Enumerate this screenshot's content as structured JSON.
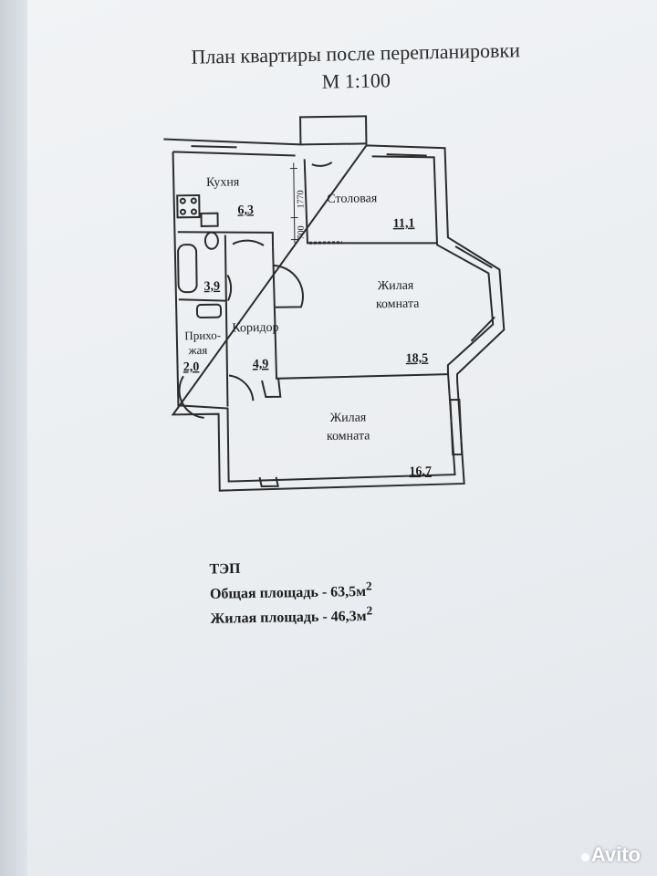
{
  "title": {
    "line1": "План квартиры после перепланировки",
    "line2": "М 1:100"
  },
  "rooms": {
    "kitchen": {
      "name": "Кухня",
      "area": "6,3"
    },
    "dining": {
      "name": "Столовая",
      "area": "11,1"
    },
    "bathroom": {
      "area": "3,9"
    },
    "corridor": {
      "name": "Коридор",
      "area": "4,9"
    },
    "hallway": {
      "name_line1": "Прихо-",
      "name_line2": "жая",
      "area": "2,0"
    },
    "living1": {
      "name_line1": "Жилая",
      "name_line2": "комната",
      "area": "18,5"
    },
    "living2": {
      "name_line1": "Жилая",
      "name_line2": "комната",
      "area": "16,7"
    }
  },
  "dimensions": {
    "d1": "1770",
    "d2": "700"
  },
  "tep": {
    "heading": "ТЭП",
    "total_label": "Общая площадь - 63,5м",
    "living_label": "Жилая площадь - 46,3м",
    "sup": "2"
  },
  "watermark": "Avito"
}
